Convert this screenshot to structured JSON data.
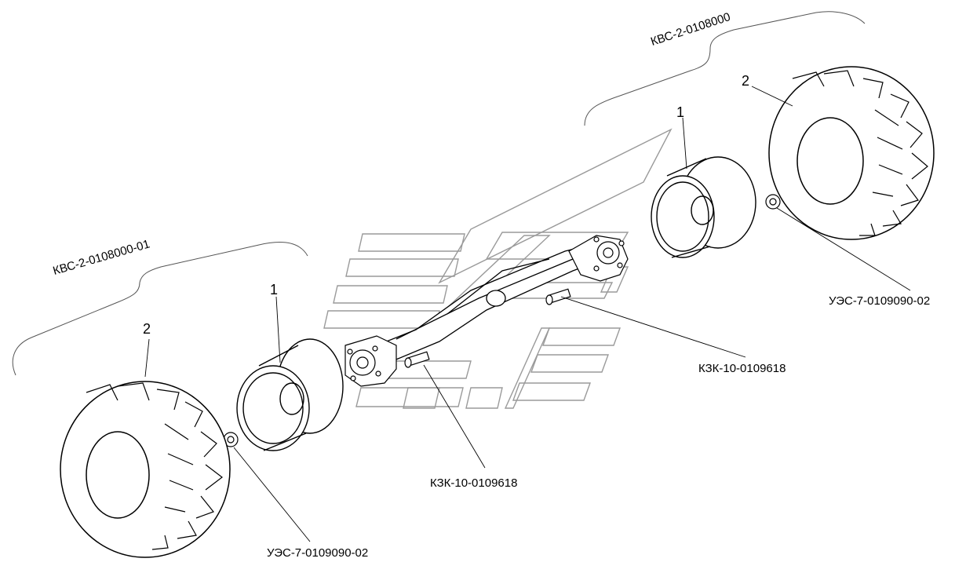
{
  "labels": {
    "assembly_right": "КВС-2-0108000",
    "assembly_left": "КВС-2-0108000-01",
    "pos_rim_right": "1",
    "pos_rim_left": "1",
    "pos_tire_right": "2",
    "pos_tire_left": "2",
    "nut_right": "УЭС-7-0109090-02",
    "nut_left": "УЭС-7-0109090-02",
    "bolt_right": "КЗК-10-0109618",
    "bolt_left": "КЗК-10-0109618"
  },
  "colors": {
    "line": "#000000",
    "watermark": "#9a9a9a",
    "background": "#ffffff"
  }
}
